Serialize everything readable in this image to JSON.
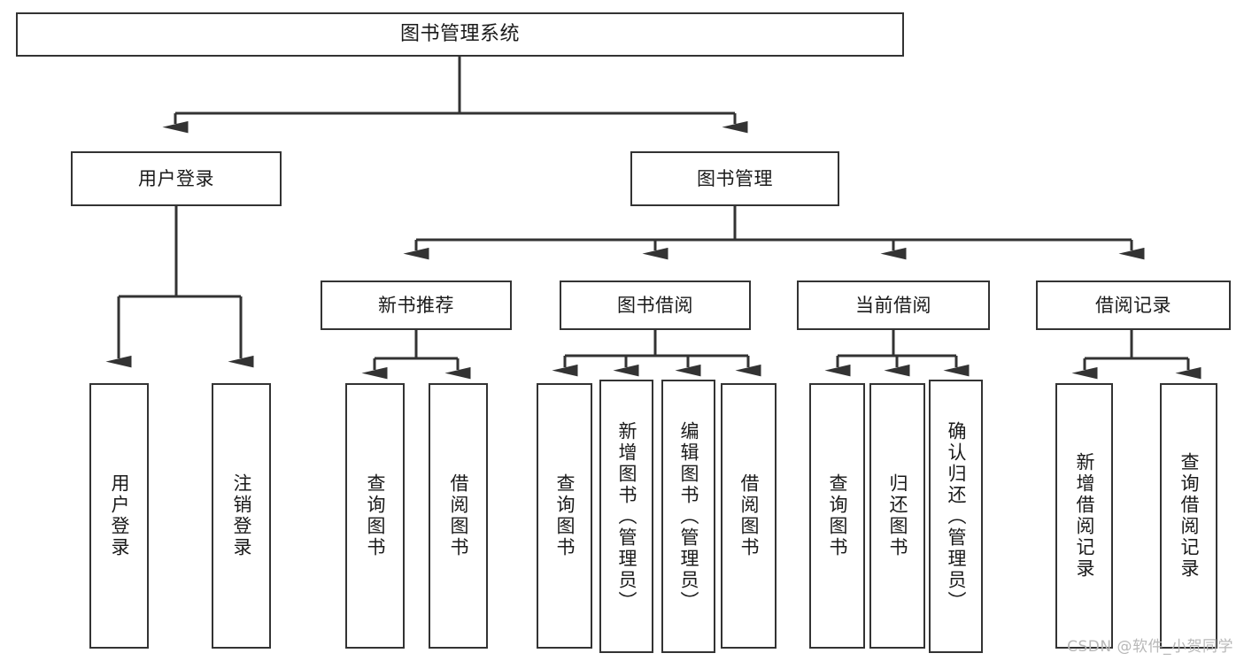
{
  "diagram": {
    "type": "tree-hierarchy",
    "title": "图书管理系统",
    "watermark": "CSDN @软件_小贺同学",
    "colors": {
      "background": "#ffffff",
      "box_fill": "#ffffff",
      "box_border": "#333333",
      "connector": "#333333",
      "text": "#1a1a1a",
      "watermark": "#b8b8b8"
    },
    "levels": [
      {
        "level": 0,
        "labels": [
          "图书管理系统"
        ]
      },
      {
        "level": 1,
        "labels": [
          "用户登录",
          "图书管理"
        ]
      },
      {
        "level": 2,
        "labels": [
          "新书推荐",
          "图书借阅",
          "当前借阅",
          "借阅记录"
        ]
      },
      {
        "level": 3,
        "labels": [
          "用户登录",
          "注销登录",
          "查询图书",
          "借阅图书",
          "查询图书",
          "新增图书（管理员）",
          "编辑图书（管理员）",
          "借阅图书",
          "查询图书",
          "归还图书",
          "确认归还（管理员）",
          "新增借阅记录",
          "查询借阅记录"
        ]
      }
    ],
    "nodes": {
      "root": {
        "label": "图书管理系统"
      },
      "user_login": {
        "label": "用户登录"
      },
      "book_manage": {
        "label": "图书管理"
      },
      "new_book_rec": {
        "label": "新书推荐"
      },
      "book_borrow": {
        "label": "图书借阅"
      },
      "current_borrow": {
        "label": "当前借阅"
      },
      "borrow_record": {
        "label": "借阅记录"
      },
      "leaf_user_login": {
        "label": "用户登录"
      },
      "leaf_logout": {
        "label": "注销登录"
      },
      "leaf_query_book_a": {
        "label": "查询图书"
      },
      "leaf_borrow_book_a": {
        "label": "借阅图书"
      },
      "leaf_query_book_b": {
        "label": "查询图书"
      },
      "leaf_add_book": {
        "label": "新增图书（管理员）"
      },
      "leaf_edit_book": {
        "label": "编辑图书（管理员）"
      },
      "leaf_borrow_book_b": {
        "label": "借阅图书"
      },
      "leaf_query_book_c": {
        "label": "查询图书"
      },
      "leaf_return_book": {
        "label": "归还图书"
      },
      "leaf_confirm_return": {
        "label": "确认归还（管理员）"
      },
      "leaf_add_record": {
        "label": "新增借阅记录"
      },
      "leaf_query_record": {
        "label": "查询借阅记录"
      }
    },
    "edges": [
      {
        "from": "root",
        "to": "user_login"
      },
      {
        "from": "root",
        "to": "book_manage"
      },
      {
        "from": "user_login",
        "to": "leaf_user_login"
      },
      {
        "from": "user_login",
        "to": "leaf_logout"
      },
      {
        "from": "book_manage",
        "to": "new_book_rec"
      },
      {
        "from": "book_manage",
        "to": "book_borrow"
      },
      {
        "from": "book_manage",
        "to": "current_borrow"
      },
      {
        "from": "book_manage",
        "to": "borrow_record"
      },
      {
        "from": "new_book_rec",
        "to": "leaf_query_book_a"
      },
      {
        "from": "new_book_rec",
        "to": "leaf_borrow_book_a"
      },
      {
        "from": "book_borrow",
        "to": "leaf_query_book_b"
      },
      {
        "from": "book_borrow",
        "to": "leaf_add_book"
      },
      {
        "from": "book_borrow",
        "to": "leaf_edit_book"
      },
      {
        "from": "book_borrow",
        "to": "leaf_borrow_book_b"
      },
      {
        "from": "current_borrow",
        "to": "leaf_query_book_c"
      },
      {
        "from": "current_borrow",
        "to": "leaf_return_book"
      },
      {
        "from": "current_borrow",
        "to": "leaf_confirm_return"
      },
      {
        "from": "borrow_record",
        "to": "leaf_add_record"
      },
      {
        "from": "borrow_record",
        "to": "leaf_query_record"
      }
    ]
  }
}
